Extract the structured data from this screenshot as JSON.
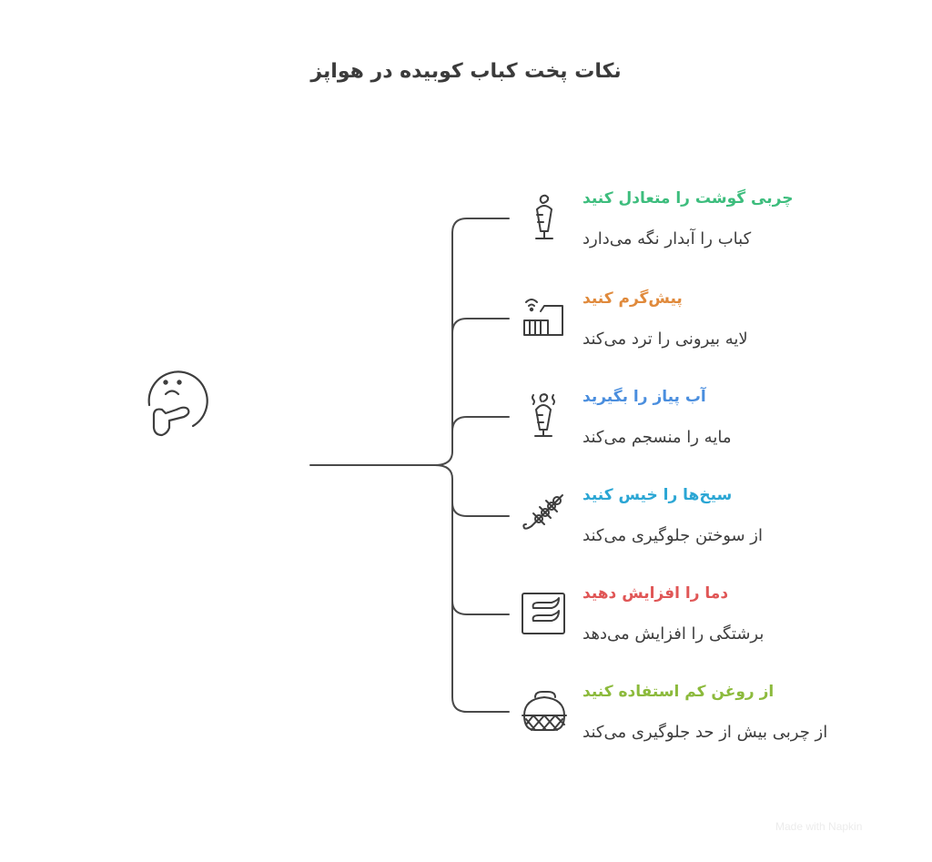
{
  "title": "نکات پخت کباب کوبیده در هواپز",
  "central": {
    "icon": "thinking-face-icon"
  },
  "items": [
    {
      "heading": "چربی گوشت را متعادل کنید",
      "description": "کباب را آبدار نگه می‌دارد",
      "color": "#3dbd7d",
      "icon": "kebab-doner-icon"
    },
    {
      "heading": "پیش‌گرم کنید",
      "description": "لایه بیرونی را ترد می‌کند",
      "color": "#e08a3c",
      "icon": "smart-appliance-icon"
    },
    {
      "heading": "آب پیاز را بگیرید",
      "description": "مایه را منسجم می‌کند",
      "color": "#4a8ede",
      "icon": "steaming-kebab-icon"
    },
    {
      "heading": "سیخ‌ها را خیس کنید",
      "description": "از سوختن جلوگیری می‌کند",
      "color": "#2ba6d4",
      "icon": "skewer-icon"
    },
    {
      "heading": "دما را افزایش دهید",
      "description": "برشتگی را افزایش می‌دهد",
      "color": "#e05656",
      "icon": "grill-oven-icon"
    },
    {
      "heading": "از روغن کم استفاده کنید",
      "description": "از چربی بیش از حد جلوگیری می‌کند",
      "color": "#8cba3c",
      "icon": "fryer-basket-icon"
    }
  ],
  "watermark": "Made with  Napkin"
}
